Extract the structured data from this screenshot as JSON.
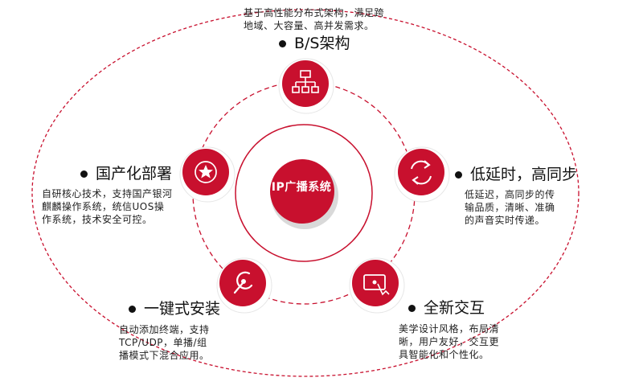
{
  "hub": {
    "label": "IP广播系统"
  },
  "features": {
    "bs": {
      "title": "B/S架构",
      "desc": [
        "基于高性能分布式架构，满足跨",
        "地域、大容量、高并发需求。"
      ],
      "icon": "sitemap-icon"
    },
    "sync": {
      "title": "低延时，高同步",
      "desc": [
        "低延迟，高同步的传",
        "输品质，清晰、准确",
        "的声音实时传递。"
      ],
      "icon": "sync-arrows-icon"
    },
    "ui": {
      "title": "全新交互",
      "desc": [
        "美学设计风格，布局清",
        "晰，用户友好，交互更",
        "具智能化和个性化。"
      ],
      "icon": "touch-screen-icon"
    },
    "install": {
      "title": "一键式安装",
      "desc": [
        "自动添加终端，支持",
        "TCP/UDP，单播/组",
        "播模式下混合应用。"
      ],
      "icon": "wrench-icon"
    },
    "domestic": {
      "title": "国产化部署",
      "desc": [
        "自研核心技术，支持国产银河",
        "麒麟操作系统，统信UOS操",
        "作系统，技术安全可控。"
      ],
      "icon": "star-badge-icon"
    }
  },
  "colors": {
    "accent": "#c8102e",
    "text": "#111111"
  }
}
